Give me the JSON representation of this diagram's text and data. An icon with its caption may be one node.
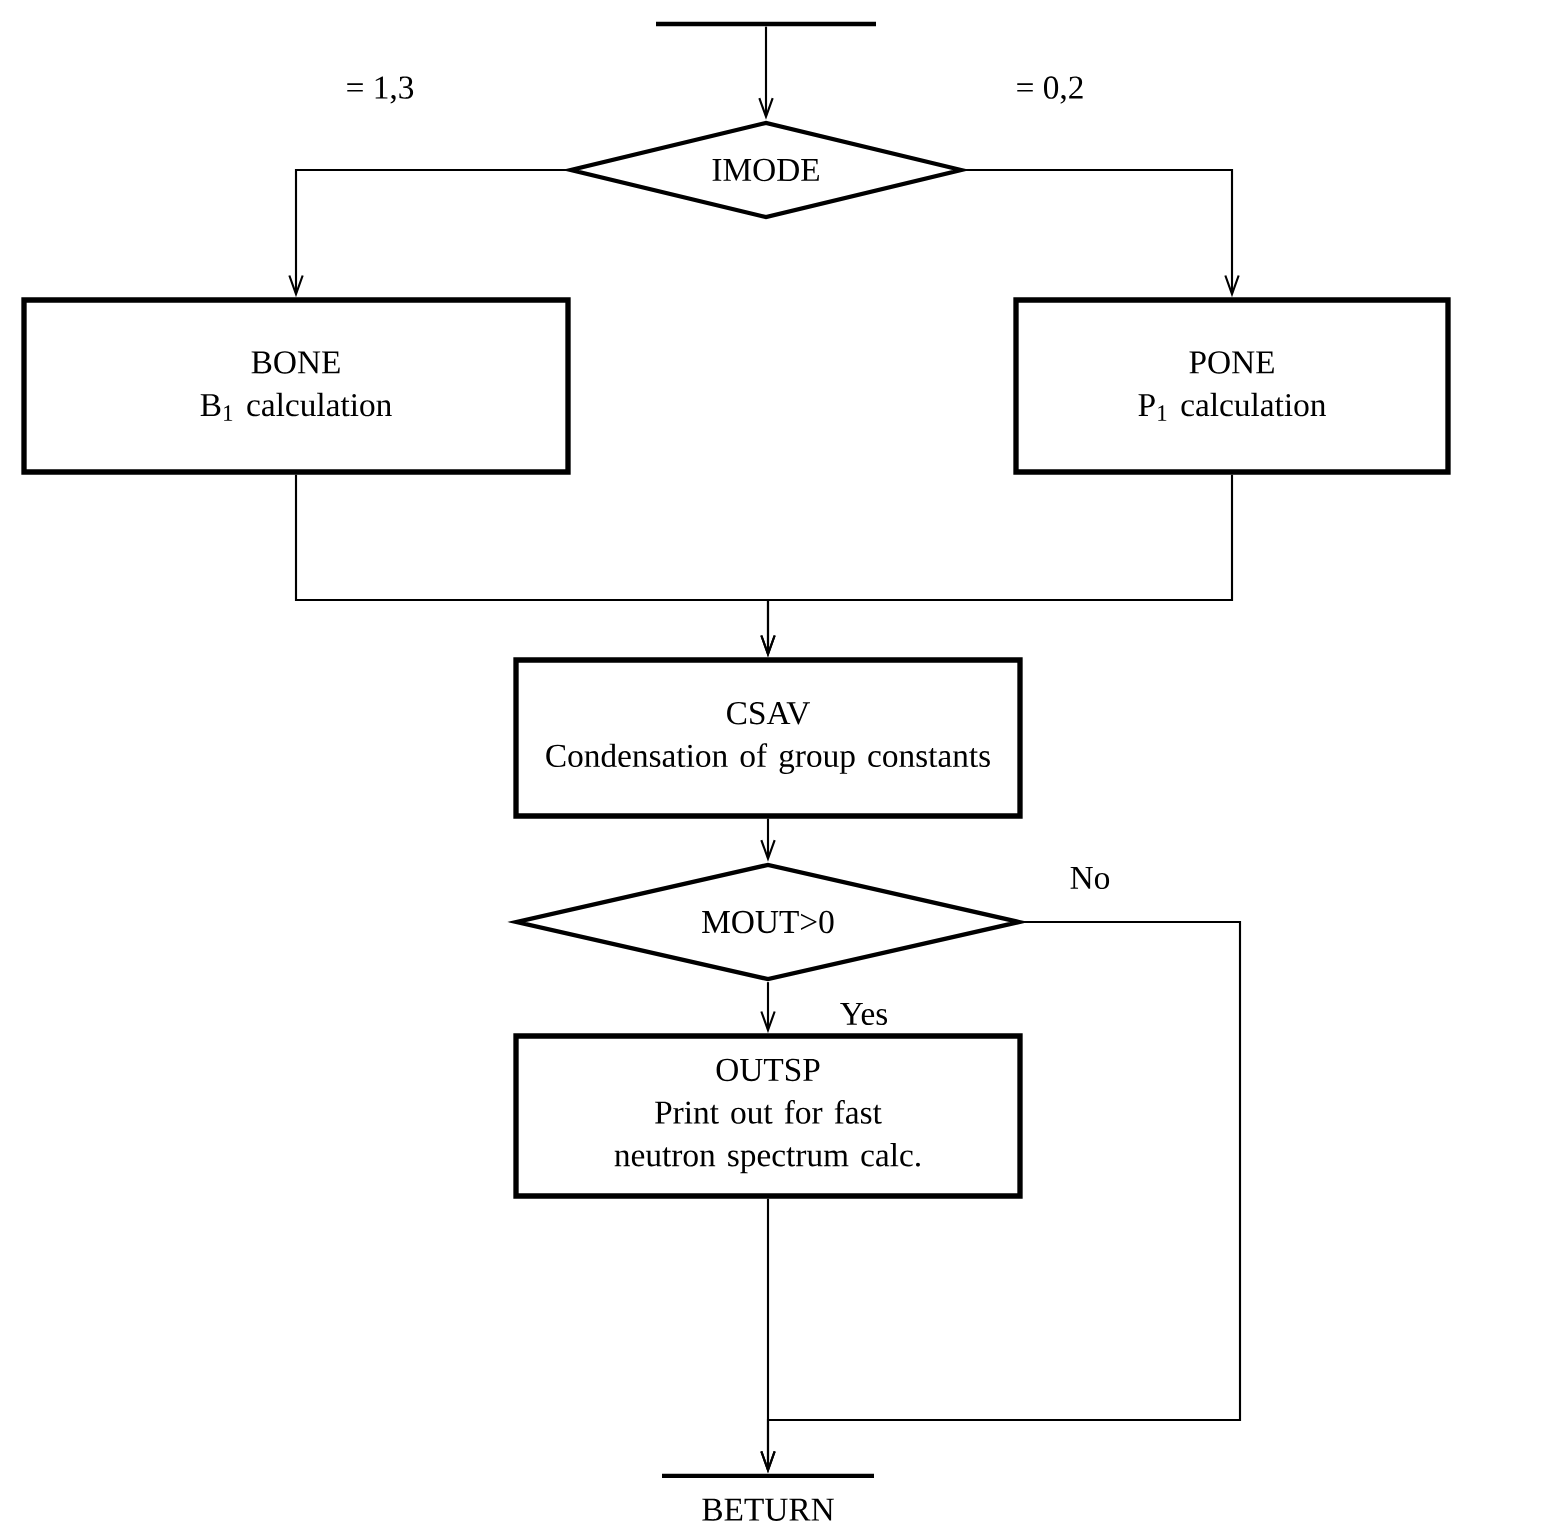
{
  "diagram": {
    "nodes": [
      {
        "text": [],
        "shape": "bar"
      },
      {
        "text": [
          "IMODE"
        ]
      },
      {
        "text": [
          "BONE",
          "B$_{1}$ calculation"
        ]
      },
      {
        "text": [
          "PONE",
          "P$_{1}$ calculation"
        ]
      },
      {
        "text": [
          "CSAV",
          "Condensation of group constants"
        ]
      },
      {
        "text": [
          "MOUT>0"
        ]
      },
      {
        "text": [
          "OUTSP",
          "Print out for fast neutron spectrum calc."
        ]
      },
      {
        "text": [
          "BETURN"
        ]
      }
    ],
    "edges": [
      {
        "from": 0,
        "to": 1,
        "arrow": "to"
      },
      {
        "from": 1,
        "to": 2,
        "arrow": "to",
        "label": "= 1,3"
      },
      {
        "from": 1,
        "to": 3,
        "arrow": "to",
        "label": "= 0,2"
      },
      {
        "from": 2,
        "to": 4,
        "arrow": "to"
      },
      {
        "from": 3,
        "to": 4,
        "arrow": "to"
      },
      {
        "from": 4,
        "to": 5,
        "arrow": "to"
      },
      {
        "from": 5,
        "to": 6,
        "arrow": "to",
        "label": "Yes"
      },
      {
        "from": 5,
        "to": 7,
        "arrow": "to",
        "label": "No"
      },
      {
        "from": 6,
        "to": 7,
        "arrow": "to"
      }
    ]
  }
}
